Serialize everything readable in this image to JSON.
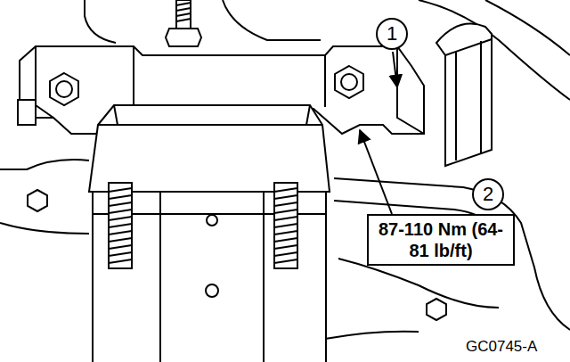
{
  "diagram": {
    "nodes": [
      {
        "text": [
          "1"
        ]
      },
      {
        "text": [
          "2"
        ]
      },
      {
        "text": [
          "87-110 Nm (64-81 lb/ft)"
        ]
      }
    ],
    "labels": [
      "GC0745-A"
    ]
  }
}
